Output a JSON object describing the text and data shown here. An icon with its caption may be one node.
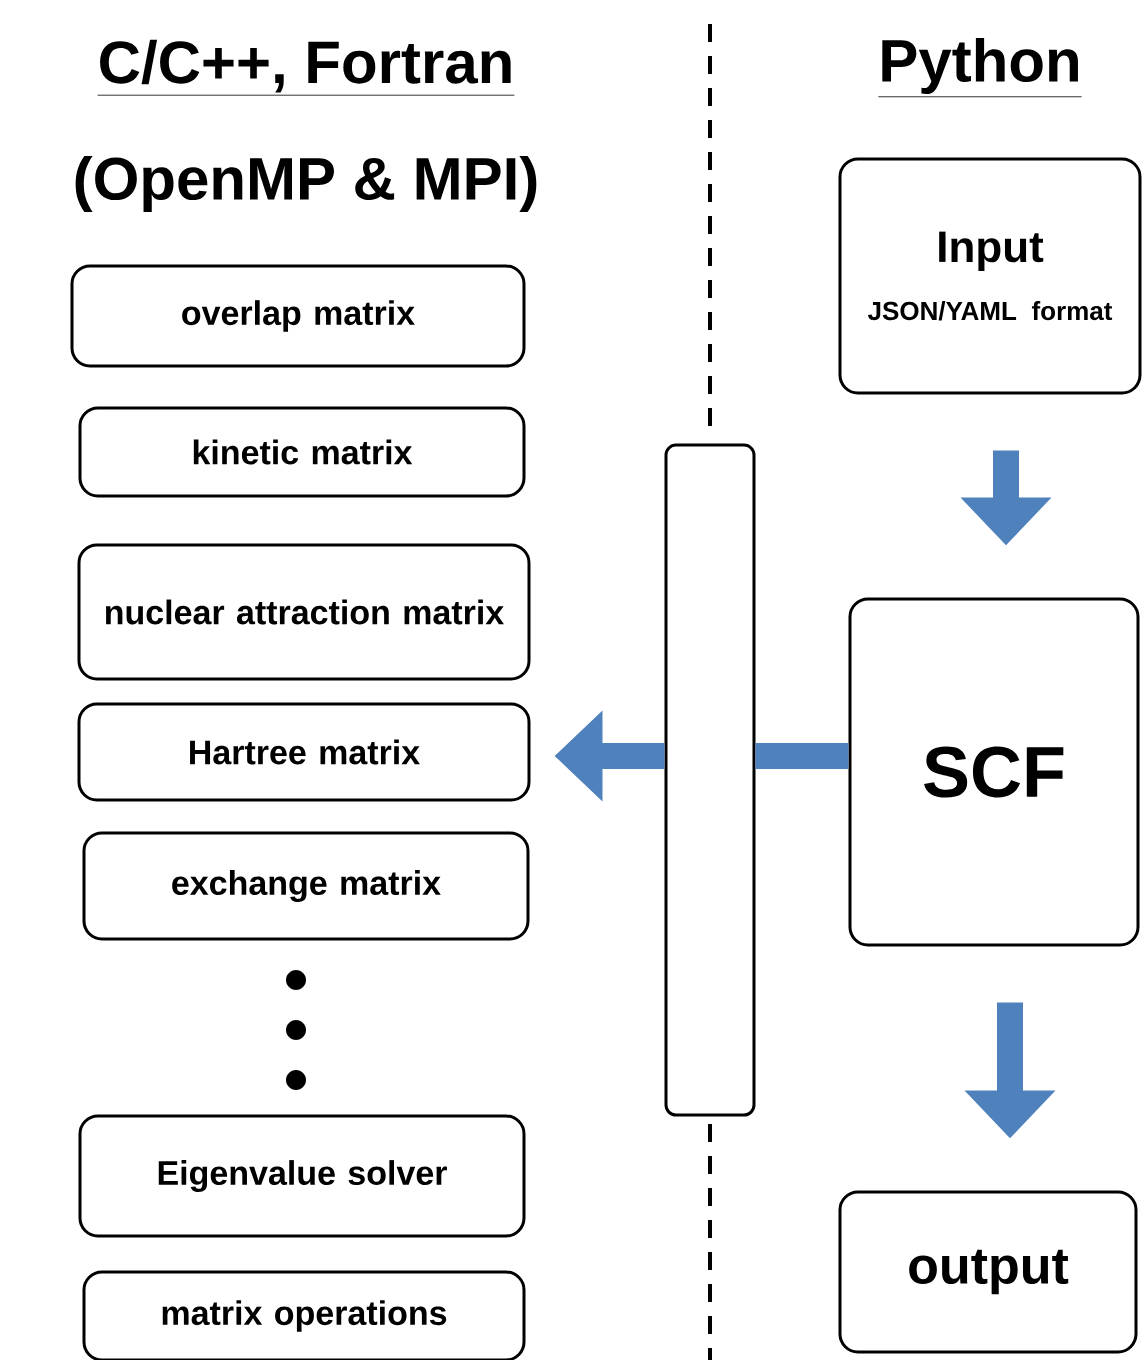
{
  "diagram": {
    "nodes": [
      {
        "text": [
          "overlap matrix"
        ]
      },
      {
        "text": [
          "kinetic matrix"
        ]
      },
      {
        "text": [
          "nuclear attraction matrix"
        ]
      },
      {
        "text": [
          "Hartree matrix"
        ]
      },
      {
        "text": [
          "exchange matrix"
        ]
      },
      {
        "text": [
          "Eigenvalue solver"
        ]
      },
      {
        "text": [
          "matrix operations"
        ]
      },
      {
        "text": [],
        "shape": "bar"
      },
      {
        "text": [
          "Input",
          "JSON/YAML format"
        ]
      },
      {
        "text": [
          "SCF"
        ]
      },
      {
        "text": [
          "output"
        ]
      }
    ],
    "edges": [
      {
        "from": 8,
        "to": 9,
        "arrow": "to",
        "color": "#4f81bd"
      },
      {
        "from": 9,
        "to": 10,
        "arrow": "to",
        "color": "#4f81bd"
      },
      {
        "from": 9,
        "to": 7,
        "arrow": "none",
        "color": "#4f81bd"
      },
      {
        "from": 7,
        "to": 3,
        "arrow": "to",
        "color": "#4f81bd"
      }
    ],
    "labels": [
      "C/C++, Fortran",
      "Python",
      "(OpenMP & MPI)"
    ]
  }
}
